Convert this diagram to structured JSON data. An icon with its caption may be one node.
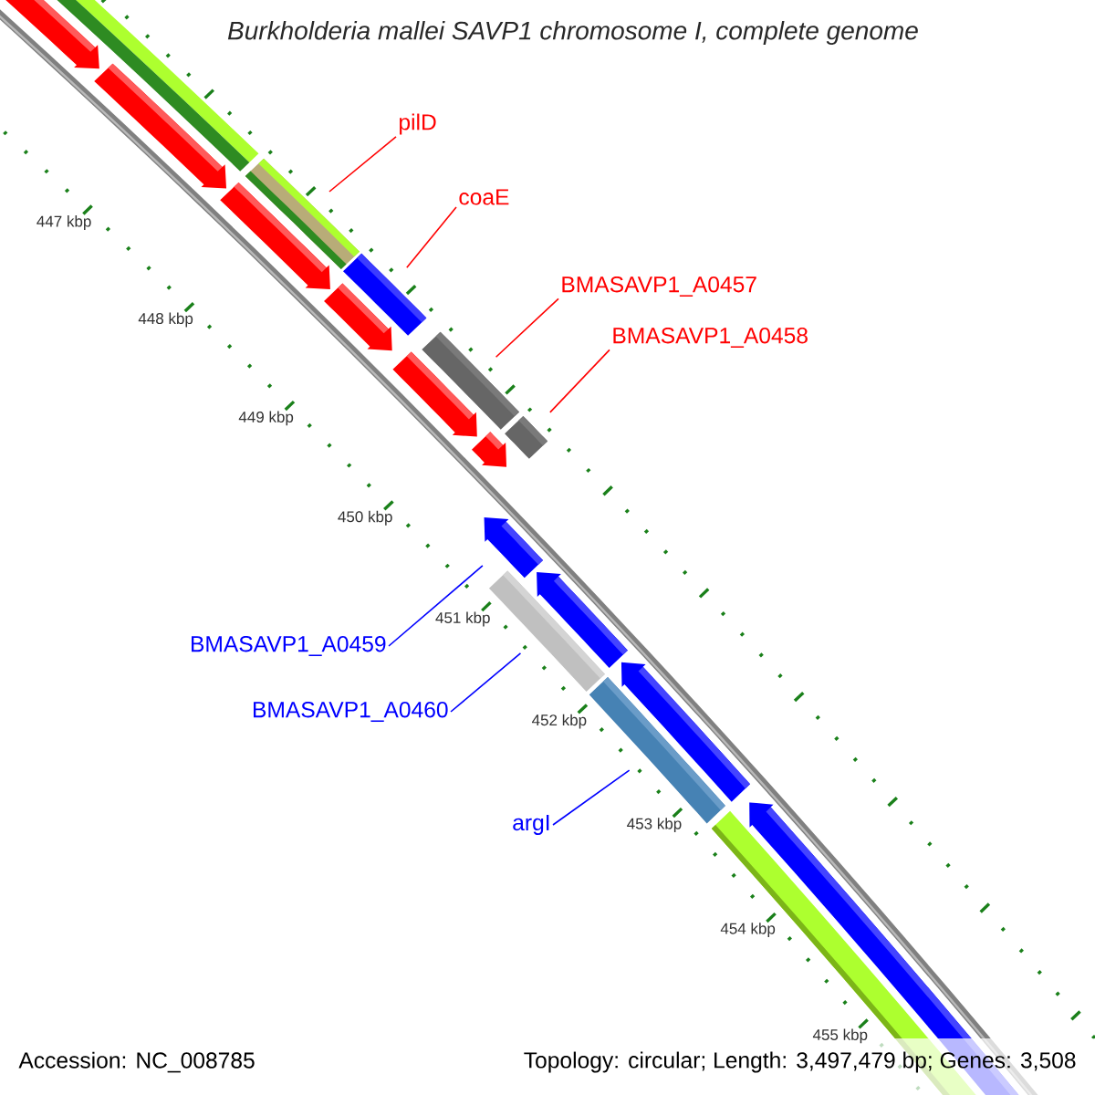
{
  "diagram": {
    "title": "Burkholderia mallei SAVP1 chromosome I, complete genome",
    "nodes": [
      {
        "text": [
          "pilD"
        ]
      },
      {
        "text": [],
        "shape": "bar"
      },
      {
        "text": [
          "coaE"
        ]
      },
      {
        "text": [],
        "shape": "bar"
      },
      {
        "text": [
          "BMASAVP1_A0457"
        ]
      },
      {
        "text": [],
        "shape": "bar"
      },
      {
        "text": [
          "BMASAVP1_A0458"
        ]
      },
      {
        "text": [],
        "shape": "bar"
      },
      {
        "text": [
          "BMASAVP1_A0459"
        ]
      },
      {
        "text": [],
        "shape": "arrow"
      },
      {
        "text": [
          "BMASAVP1_A0460"
        ]
      },
      {
        "text": [],
        "shape": "bar"
      },
      {
        "text": [
          "argI"
        ]
      },
      {
        "text": [],
        "shape": "bar"
      }
    ],
    "edges": [
      {
        "from": 0,
        "to": 1,
        "arrow": "none"
      },
      {
        "from": 2,
        "to": 3,
        "arrow": "none"
      },
      {
        "from": 4,
        "to": 5,
        "arrow": "none"
      },
      {
        "from": 6,
        "to": 7,
        "arrow": "none"
      },
      {
        "from": 8,
        "to": 9,
        "arrow": "none",
        "color": "#0000ff"
      },
      {
        "from": 10,
        "to": 11,
        "arrow": "none",
        "color": "#0000ff"
      },
      {
        "from": 12,
        "to": 13,
        "arrow": "none",
        "color": "#0000ff"
      }
    ],
    "labels": [
      "447 kbp",
      "448 kbp",
      "449 kbp",
      "450 kbp",
      "451 kbp",
      "452 kbp",
      "453 kbp",
      "454 kbp",
      "455 kbp",
      "Accession: NC_008785",
      "Topology: circular; Length: 3,497,479 bp; Genes: 3,508"
    ]
  }
}
